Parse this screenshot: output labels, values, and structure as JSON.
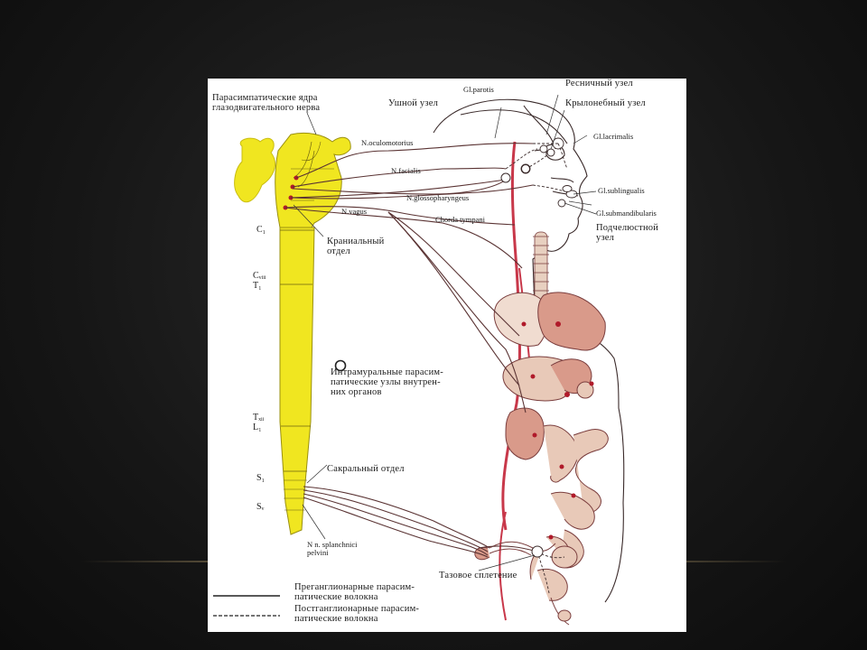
{
  "labels": {
    "nuclei_title": "Парасимпатические ядра\nглазодвигательного нерва",
    "otic_ganglion": "Ушной узел",
    "gl_parotis": "Gl.parotis",
    "ciliary_ganglion": "Ресничный узел",
    "pterygopalatine_ganglion": "Крылонебный узел",
    "n_oculomotorius": "N.oculomotorius",
    "gl_lacrimalis": "Gl.lacrimalis",
    "n_facialis": "N.facialis",
    "n_glossopharyngeus": "N.glossopharyngeus",
    "gl_sublingualis": "Gl.sublingualis",
    "gl_submandibularis": "Gl.submandibularis",
    "n_vagus": "N.vagus",
    "chorda_tympani": "Chorda tympani",
    "submandibular_ganglion": "Подчелюстной\nузел",
    "c1": "C₁",
    "cranial_section": "Краниальный\nотдел",
    "c8_t1": "Cᵥᵢᵢᵢ\nT₁",
    "intramural_ganglia": "Интрамуральные парасим-\nпатические узлы внутрен-\nних органов",
    "t12_l1": "Tₓᵢᵢ\nL₁",
    "s1": "S₁",
    "sacral_section": "Сакральный отдел",
    "s5": "Sᵥ",
    "n_splanchnici_pelvini": "N n. splanchnici\npelvini",
    "pelvic_plexus": "Тазовое сплетение"
  },
  "legend": {
    "preganglionic": "Преганглионарные парасим-\nпатические волокна",
    "postganglionic": "Постганглионарные парасим-\nпатические волокна"
  },
  "colors": {
    "spinal_cord": "#f0e620",
    "nerve": "#6b3a3a",
    "artery": "#c8384a",
    "organ_fill": "#e8c9b8",
    "organ_stroke": "#7a3d3d",
    "background": "#161616"
  }
}
